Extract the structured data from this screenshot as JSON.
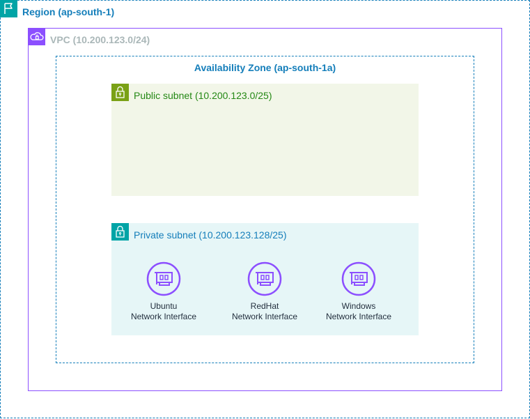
{
  "region": {
    "label": "Region (ap-south-1)",
    "icon": "region-flag-icon"
  },
  "vpc": {
    "label": "VPC (10.200.123.0/24)",
    "icon": "vpc-cloud-icon"
  },
  "availability_zone": {
    "label": "Availability Zone (ap-south-1a)"
  },
  "public_subnet": {
    "label": "Public subnet (10.200.123.0/25)",
    "icon": "lock-icon"
  },
  "private_subnet": {
    "label": "Private subnet (10.200.123.128/25)",
    "icon": "lock-icon",
    "interfaces": [
      {
        "name": "Ubuntu",
        "type": "Network Interface",
        "icon": "network-interface-icon"
      },
      {
        "name": "RedHat",
        "type": "Network Interface",
        "icon": "network-interface-icon"
      },
      {
        "name": "Windows",
        "type": "Network Interface",
        "icon": "network-interface-icon"
      }
    ]
  },
  "colors": {
    "region": "#147eba",
    "vpc": "#8c4fff",
    "public_subnet": "#7aa116",
    "private_subnet": "#00a4a6",
    "eni": "#8c4fff"
  }
}
